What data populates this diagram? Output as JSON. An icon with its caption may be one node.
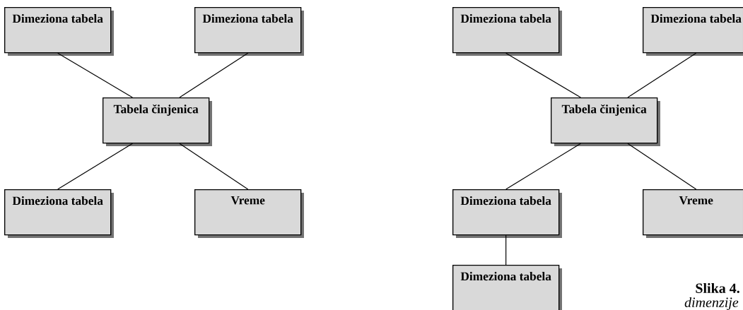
{
  "diagram": {
    "nodes": [
      {
        "text": [
          "Dimeziona tabela"
        ]
      },
      {
        "text": [
          "Dimeziona tabela"
        ]
      },
      {
        "text": [
          "Tabela činjenica"
        ]
      },
      {
        "text": [
          "Dimeziona tabela"
        ]
      },
      {
        "text": [
          "Vreme"
        ]
      },
      {
        "text": [
          "Dimeziona tabela"
        ]
      },
      {
        "text": [
          "Dimeziona tabela"
        ]
      },
      {
        "text": [
          "Tabela činjenica"
        ]
      },
      {
        "text": [
          "Dimeziona tabela"
        ]
      },
      {
        "text": [
          "Vreme"
        ]
      },
      {
        "text": [
          "Dimeziona tabela"
        ]
      }
    ],
    "edges": [
      {
        "from": 0,
        "to": 2,
        "arrow": "none"
      },
      {
        "from": 1,
        "to": 2,
        "arrow": "none"
      },
      {
        "from": 2,
        "to": 3,
        "arrow": "none"
      },
      {
        "from": 2,
        "to": 4,
        "arrow": "none"
      },
      {
        "from": 5,
        "to": 7,
        "arrow": "none"
      },
      {
        "from": 6,
        "to": 7,
        "arrow": "none"
      },
      {
        "from": 7,
        "to": 8,
        "arrow": "none"
      },
      {
        "from": 7,
        "to": 9,
        "arrow": "none"
      },
      {
        "from": 8,
        "to": 10,
        "arrow": "none"
      }
    ],
    "labels": [
      "Slika 4.",
      "dimenzije"
    ]
  }
}
